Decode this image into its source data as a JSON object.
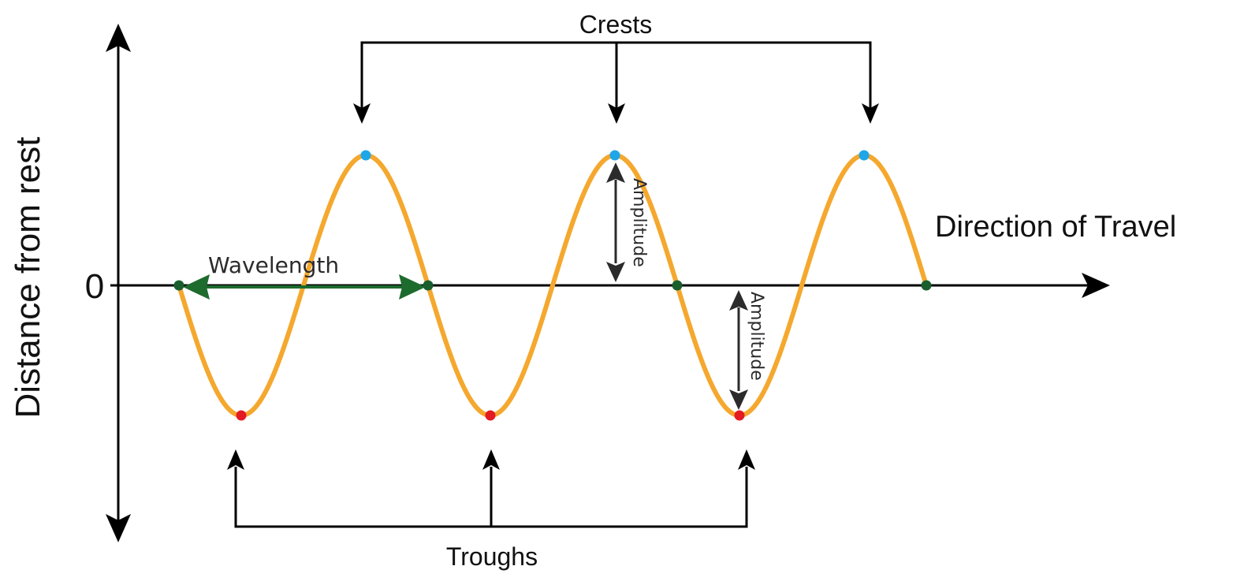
{
  "labels": {
    "crests": "Crests",
    "troughs": "Troughs",
    "direction": "Direction of Travel",
    "wavelength": "Wavelength",
    "amplitude": "Amplitude",
    "y_axis": "Distance from rest",
    "zero": "0"
  },
  "colors": {
    "wave": "#f5a82e",
    "crest_dot": "#1ea7e8",
    "trough_dot": "#e31b23",
    "zero_dot": "#1b5e2e",
    "wavelength_arrow": "#1e6b2e",
    "amplitude_arrow": "#2b2b2b",
    "axis": "#000000"
  },
  "icons": {
    "crest_markers": "blue-dot",
    "trough_markers": "red-dot",
    "zero_crossings": "green-dot"
  }
}
